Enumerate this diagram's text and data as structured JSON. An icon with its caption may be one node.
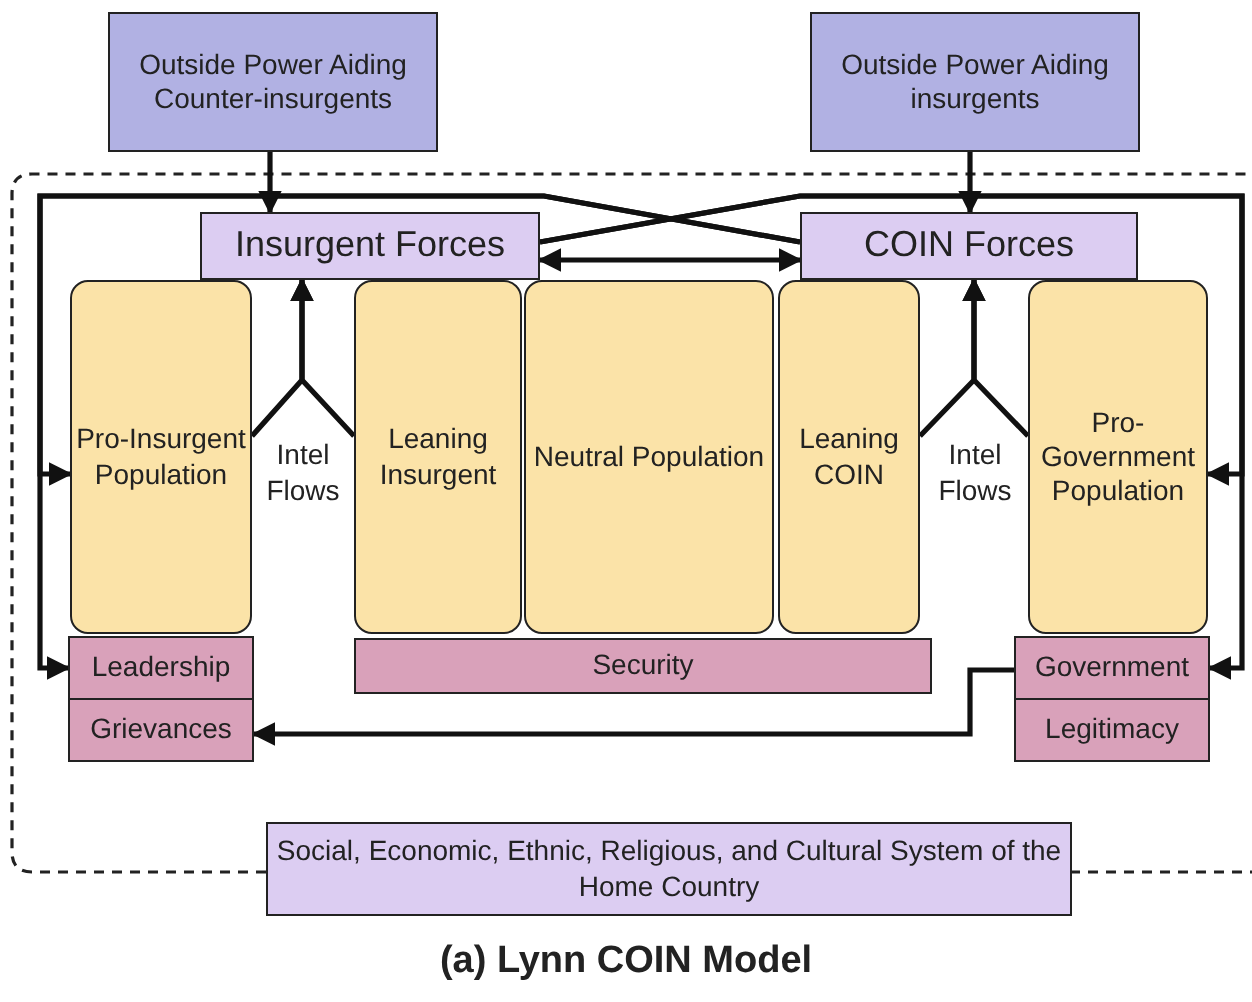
{
  "diagram": {
    "caption": "(a) Lynn COIN Model",
    "nodes": [
      {
        "text": [
          "Outside Power Aiding Counter-insurgents"
        ]
      },
      {
        "text": [
          "Outside Power Aiding insurgents"
        ]
      },
      {
        "text": [
          "Insurgent Forces"
        ]
      },
      {
        "text": [
          "COIN Forces"
        ]
      },
      {
        "text": [
          "Pro-Insurgent Population"
        ]
      },
      {
        "text": [
          "Leaning Insurgent"
        ]
      },
      {
        "text": [
          "Neutral Population"
        ]
      },
      {
        "text": [
          "Leaning COIN"
        ]
      },
      {
        "text": [
          "Pro-Government Population"
        ]
      },
      {
        "text": [
          "Leadership"
        ]
      },
      {
        "text": [
          "Grievances"
        ]
      },
      {
        "text": [
          "Security"
        ]
      },
      {
        "text": [
          "Government"
        ]
      },
      {
        "text": [
          "Legitimacy"
        ]
      },
      {
        "text": [
          "Social, Economic, Ethnic, Religious, and Cultural System of the Home Country"
        ]
      }
    ],
    "edges": [
      {
        "from": 0,
        "to": 2,
        "arrow": "to"
      },
      {
        "from": 1,
        "to": 3,
        "arrow": "to"
      },
      {
        "from": 2,
        "to": 3,
        "arrow": "both"
      },
      {
        "from": 2,
        "to": 8,
        "arrow": "to"
      },
      {
        "from": 2,
        "to": 12,
        "arrow": "to"
      },
      {
        "from": 3,
        "to": 4,
        "arrow": "to"
      },
      {
        "from": 3,
        "to": 9,
        "arrow": "to"
      },
      {
        "from": 4,
        "to": 2,
        "arrow": "to"
      },
      {
        "from": 5,
        "to": 2,
        "arrow": "to"
      },
      {
        "from": 7,
        "to": 3,
        "arrow": "to"
      },
      {
        "from": 8,
        "to": 3,
        "arrow": "to"
      },
      {
        "from": 12,
        "to": 10,
        "arrow": "to"
      }
    ],
    "labels": [
      "Intel Flows",
      "Intel Flows"
    ]
  }
}
